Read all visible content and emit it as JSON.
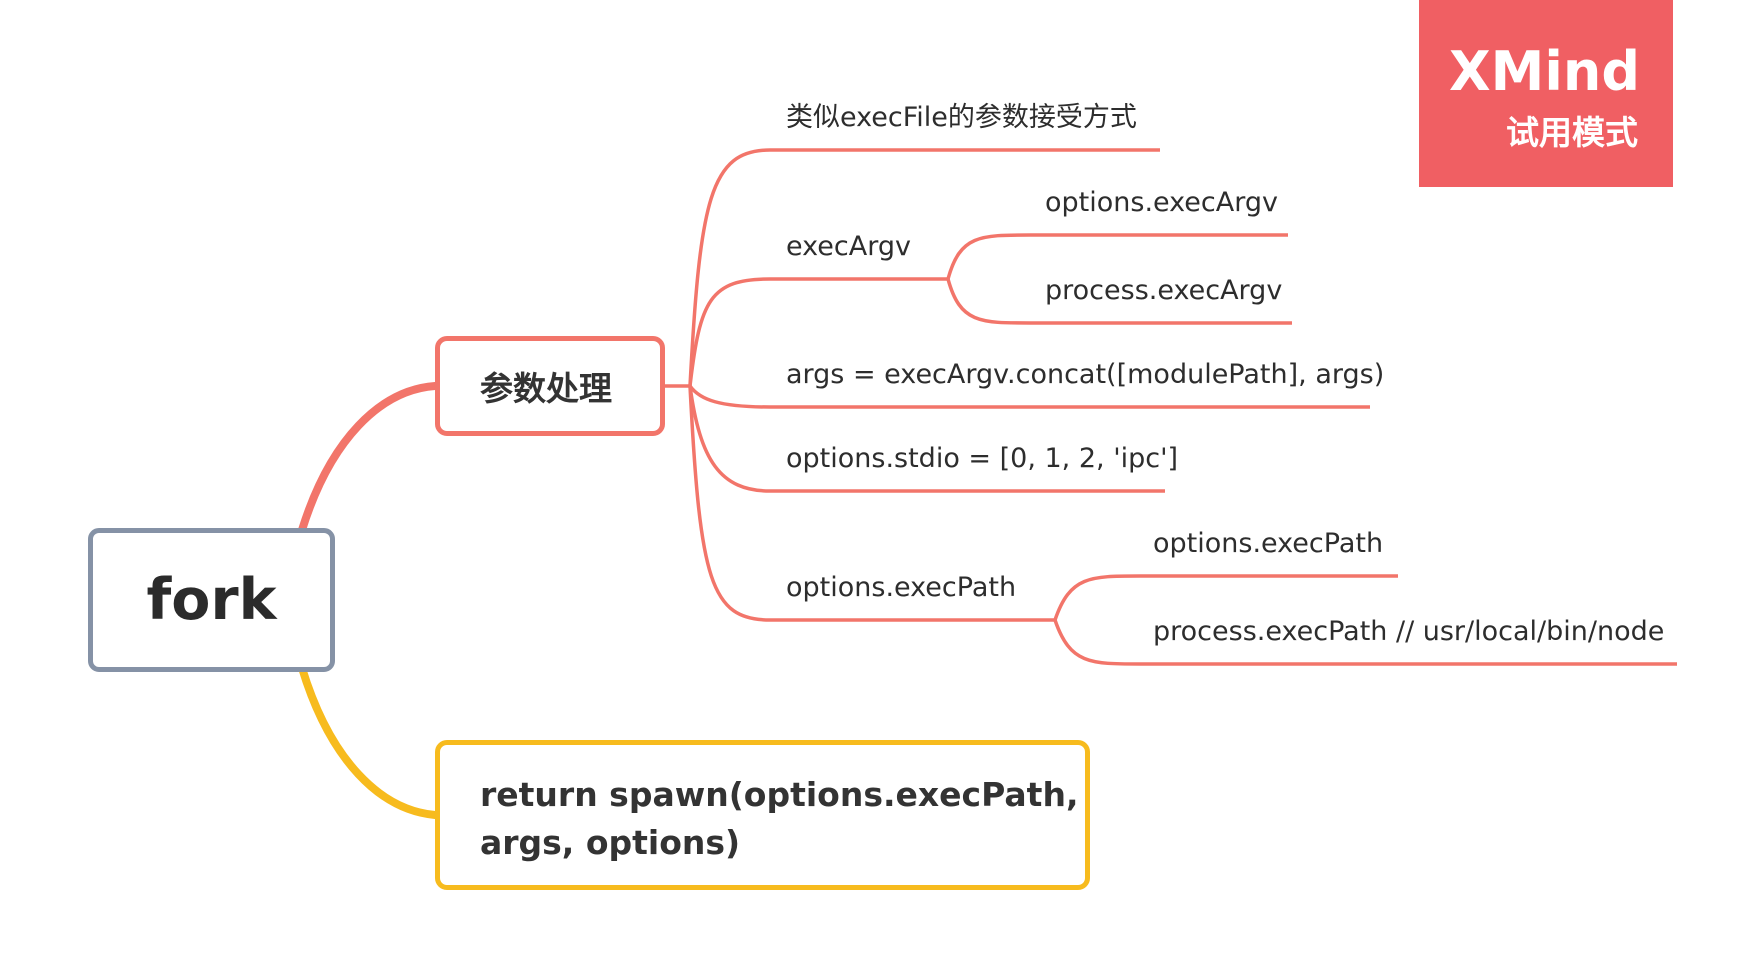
{
  "root": {
    "label": "fork"
  },
  "topics": {
    "params": {
      "label": "参数处理"
    },
    "ret": {
      "label": "return spawn(options.execPath, args, options)"
    }
  },
  "leaves": {
    "execfile_style": "类似execFile的参数接受方式",
    "execargv": "execArgv",
    "options_execargv": "options.execArgv",
    "process_execargv": "process.execArgv",
    "args_concat": "args = execArgv.concat([modulePath], args)",
    "stdio": "options.stdio = [0, 1, 2, 'ipc']",
    "execpath": "options.execPath",
    "options_execpath": "options.execPath",
    "process_execpath": "process.execPath // usr/local/bin/node"
  },
  "watermark": {
    "brand": "XMind",
    "mode": "试用模式"
  },
  "colors": {
    "root_border": "#8592a6",
    "branch_red": "#f2756a",
    "branch_yellow": "#f7bb1e",
    "watermark_bg": "#f05f63"
  }
}
